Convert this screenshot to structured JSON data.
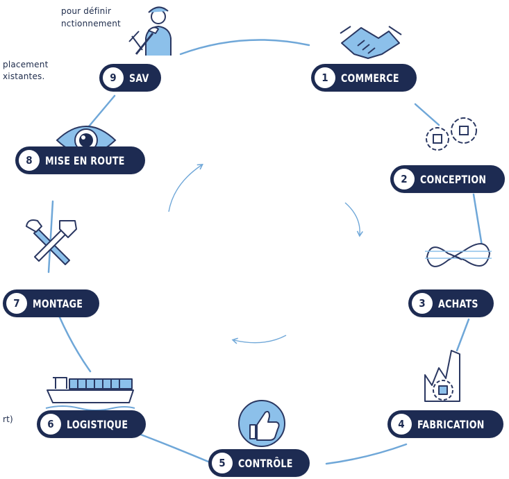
{
  "left_text": {
    "lines": [
      "pour définir",
      "nctionnement",
      "placement",
      "xistantes.",
      "rt)"
    ]
  },
  "steps": [
    {
      "number": "1",
      "label": "COMMERCE",
      "icon": "handshake-icon"
    },
    {
      "number": "2",
      "label": "CONCEPTION",
      "icon": "gears-icon"
    },
    {
      "number": "3",
      "label": "ACHATS",
      "icon": "infinity-handshake-icon"
    },
    {
      "number": "4",
      "label": "FABRICATION",
      "icon": "factory-gear-icon"
    },
    {
      "number": "5",
      "label": "CONTRÔLE",
      "icon": "thumbs-up-icon"
    },
    {
      "number": "6",
      "label": "LOGISTIQUE",
      "icon": "container-ship-icon"
    },
    {
      "number": "7",
      "label": "MONTAGE",
      "icon": "hammer-wrench-icon"
    },
    {
      "number": "8",
      "label": "MISE EN ROUTE",
      "icon": "eye-icon"
    },
    {
      "number": "9",
      "label": "SAV",
      "icon": "technician-icon"
    }
  ],
  "colors": {
    "pill": "#1d2b52",
    "connector": "#6fa7d8",
    "icon_stroke": "#2a3761",
    "icon_fill": "#8cc0ea"
  }
}
